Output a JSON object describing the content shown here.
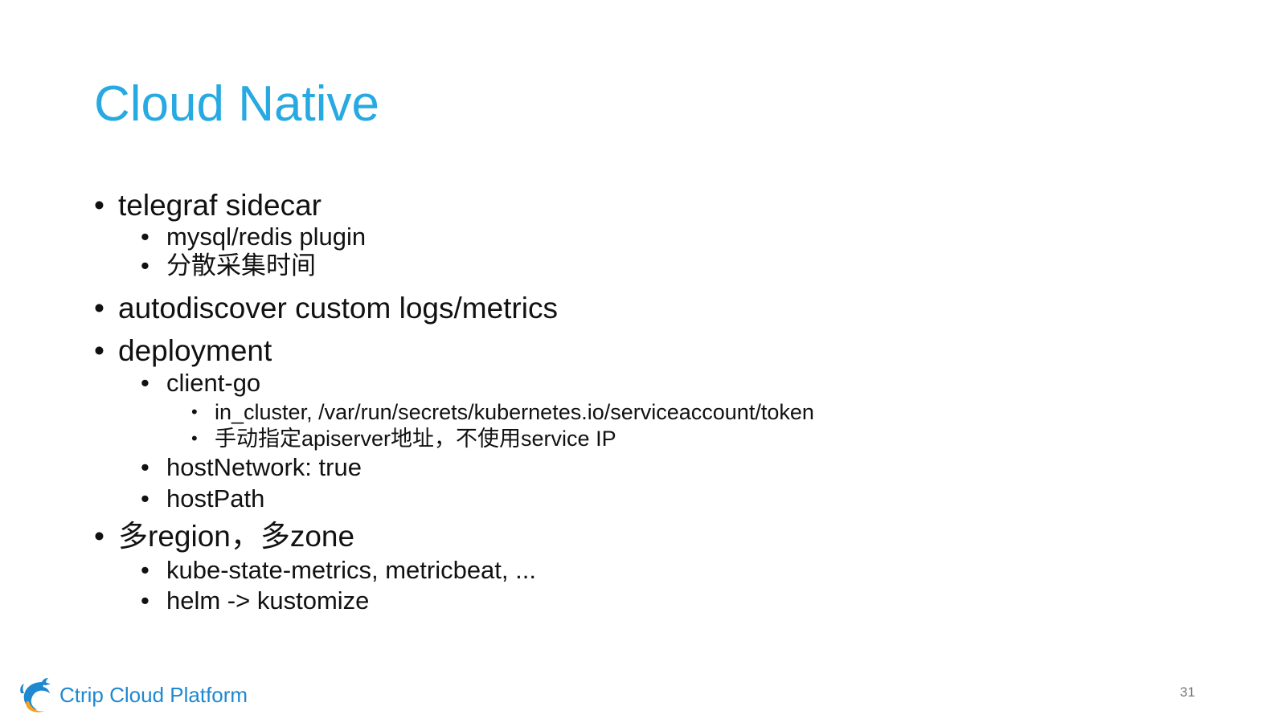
{
  "slide": {
    "title": "Cloud Native",
    "bullet_char": "•",
    "items": [
      {
        "level": 1,
        "text": "telegraf sidecar"
      },
      {
        "level": 2,
        "text": "mysql/redis plugin"
      },
      {
        "level": 2,
        "text": "分散采集时间"
      },
      {
        "level": 1,
        "text": "autodiscover custom logs/metrics"
      },
      {
        "level": 1,
        "text": "deployment"
      },
      {
        "level": 2,
        "text": "client-go"
      },
      {
        "level": 3,
        "text": "in_cluster, /var/run/secrets/kubernetes.io/serviceaccount/token"
      },
      {
        "level": 3,
        "text": "手动指定apiserver地址，不使用service IP"
      },
      {
        "level": 2,
        "text": "hostNetwork: true"
      },
      {
        "level": 2,
        "text": "hostPath"
      },
      {
        "level": 1,
        "text": "多region，多zone"
      },
      {
        "level": 2,
        "text": "kube-state-metrics, metricbeat, ..."
      },
      {
        "level": 2,
        "text": "helm -> kustomize"
      }
    ]
  },
  "footer": {
    "brand": "Ctrip Cloud Platform",
    "logo_icon": "dolphin-logo-icon",
    "page_number": "31"
  },
  "colors": {
    "title": "#27a9e1",
    "brand": "#1e88d0",
    "text": "#111111",
    "page_number": "#777777"
  }
}
